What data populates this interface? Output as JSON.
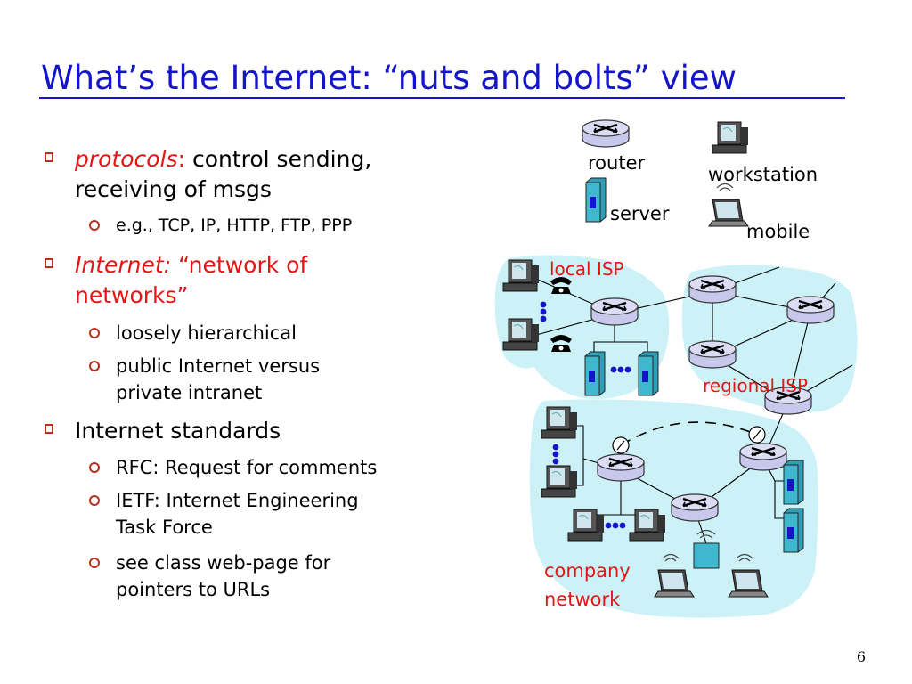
{
  "slide": {
    "title": "What’s the Internet: “nuts and bolts” view",
    "page_number": "6"
  },
  "bullets": [
    {
      "lead": "protocols",
      "lead_suffix": ":",
      "text_1": " control sending,",
      "text_2": "receiving of msgs",
      "sub": [
        "e.g., TCP, IP, HTTP, FTP,  PPP"
      ]
    },
    {
      "lead": "Internet:",
      "text_1": " “network of",
      "text_2": "networks”",
      "sub": [
        "loosely hierarchical",
        "public Internet versus",
        "private intranet"
      ]
    },
    {
      "text_1": "Internet standards",
      "sub": [
        "RFC: Request for comments",
        "IETF: Internet Engineering",
        "Task Force",
        "see class web-page for",
        "pointers to URLs"
      ]
    }
  ],
  "diagram": {
    "legend": {
      "router": "router",
      "workstation": "workstation",
      "server": "server",
      "mobile": "mobile"
    },
    "labels": {
      "local_isp": "local ISP",
      "regional_isp": "regional ISP",
      "company_1": "company",
      "company_2": "network"
    },
    "colors": {
      "cloud": "#ccf2f7",
      "router": "#c8c8ec",
      "server": "#3fb8cf",
      "accent": "#1414c8",
      "label_red": "#e61414"
    }
  }
}
